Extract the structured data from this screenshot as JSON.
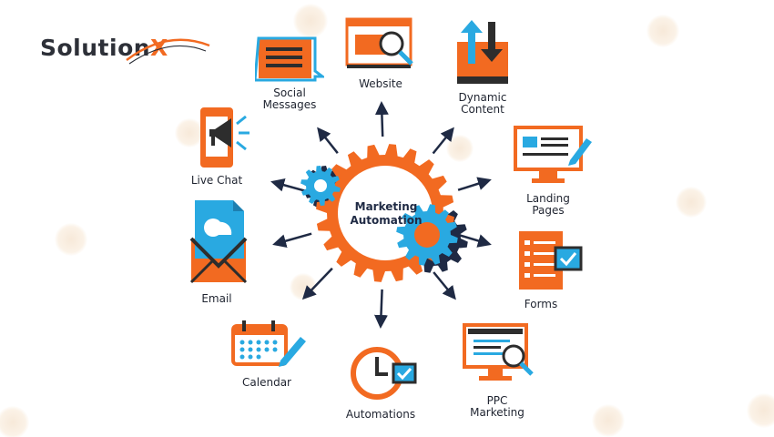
{
  "brand": {
    "name_part1": "Solution",
    "name_part2": "X"
  },
  "center": {
    "line1": "Marketing",
    "line2": "Automation"
  },
  "items": [
    {
      "label": "Social\nMessages",
      "icon": "chat-bubble-icon"
    },
    {
      "label": "Website",
      "icon": "website-search-icon"
    },
    {
      "label": "Dynamic\nContent",
      "icon": "updown-arrows-icon"
    },
    {
      "label": "Landing\nPages",
      "icon": "monitor-icon"
    },
    {
      "label": "Forms",
      "icon": "checklist-icon"
    },
    {
      "label": "PPC\nMarketing",
      "icon": "ppc-monitor-icon"
    },
    {
      "label": "Automations",
      "icon": "clock-check-icon"
    },
    {
      "label": "Calendar",
      "icon": "calendar-icon"
    },
    {
      "label": "Email",
      "icon": "envelope-icon"
    },
    {
      "label": "Live Chat",
      "icon": "phone-megaphone-icon"
    }
  ],
  "colors": {
    "orange": "#f26a21",
    "blue": "#29a9e1",
    "dark": "#1f2a44"
  }
}
